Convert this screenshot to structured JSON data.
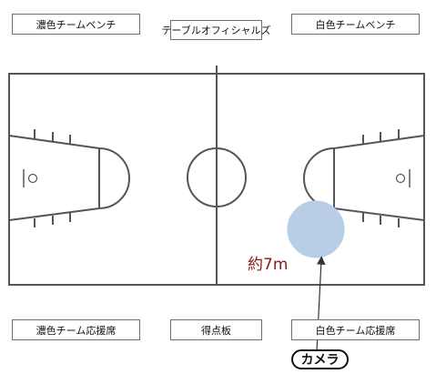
{
  "labels": {
    "dark_bench": "濃色チームベンチ",
    "table_officials": "テーブルオフィシャルズ",
    "white_bench": "白色チームベンチ",
    "dark_cheer": "濃色チーム応援席",
    "scoreboard": "得点板",
    "white_cheer": "白色チーム応援席"
  },
  "distance_label": "約7m",
  "camera_label": "カメラ",
  "colors": {
    "court_line": "#555555",
    "camera_zone": "#b8cde6",
    "distance_text": "#8b1a1a"
  }
}
